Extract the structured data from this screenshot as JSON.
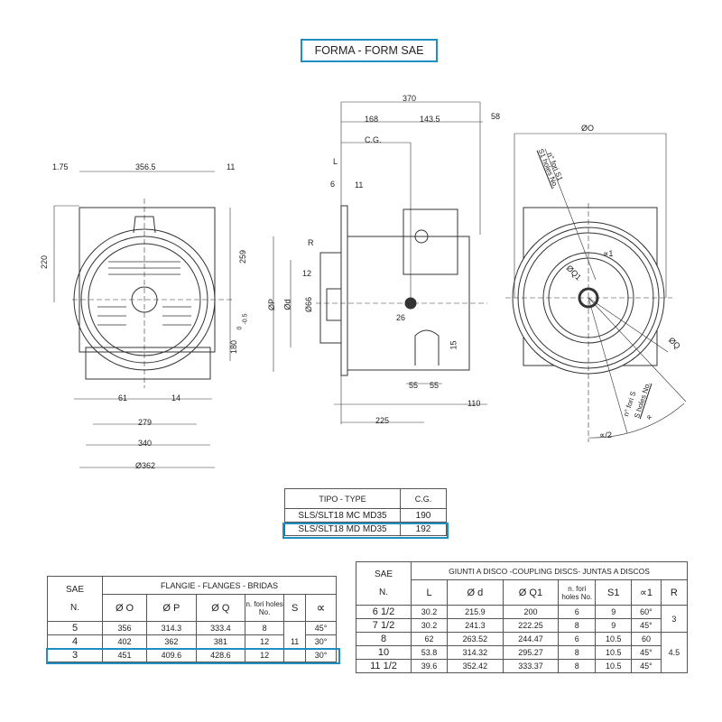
{
  "title": "FORMA - FORM SAE",
  "front_view": {
    "w_1_75": "1.75",
    "w_356_5": "356.5",
    "w_11": "11",
    "h_220": "220",
    "h_259": "259",
    "h_180": "180",
    "tol_hi": "0",
    "tol_lo": "-0.5",
    "d_61": "61",
    "d_14": "14",
    "d_279": "279",
    "d_340": "340",
    "d_362": "Ø362"
  },
  "side_view": {
    "d_370": "370",
    "d_168": "168",
    "d_143_5": "143.5",
    "d_58": "58",
    "cg": "C.G.",
    "L": "L",
    "d_6": "6",
    "d_11": "11",
    "R": "R",
    "d_12": "12",
    "d_66": "Ø66",
    "d_d": "Ød",
    "d_P": "ØP",
    "d_26": "26",
    "d_15": "15",
    "d_55a": "55",
    "d_55b": "55",
    "d_110": "110",
    "d_225": "225"
  },
  "rear_view": {
    "O": "ØO",
    "s1_it": "n° fori S1",
    "s1_en": "S1 holes No.",
    "alpha1": "∝1",
    "Q1": "ØQ1",
    "Q": "ØQ",
    "s_it": "n° fori S",
    "s_en": "S holes No.",
    "alpha": "∝",
    "alpha_half": "∝/2"
  },
  "type_table": {
    "headers": [
      "TIPO - TYPE",
      "C.G."
    ],
    "rows": [
      [
        "SLS/SLT18 MC MD35",
        "190"
      ],
      [
        "SLS/SLT18 MD MD35",
        "192"
      ]
    ],
    "highlighted_row": 1
  },
  "flanges_table": {
    "sae": "SAE",
    "n": "N.",
    "group": "FLANGIE  - FLANGES - BRIDAS",
    "cols": [
      "Ø O",
      "Ø P",
      "Ø Q",
      "n. fori holes No.",
      "S",
      "∝"
    ],
    "rows": [
      [
        "5",
        "356",
        "314.3",
        "333.4",
        "8",
        "45°"
      ],
      [
        "4",
        "402",
        "362",
        "381",
        "12",
        "30°"
      ],
      [
        "3",
        "451",
        "409.6",
        "428.6",
        "12",
        "30°"
      ]
    ],
    "S_value": "11",
    "highlighted_row": 2
  },
  "coupling_table": {
    "sae": "SAE",
    "n": "N.",
    "group": "GIUNTI A DISCO -COUPLING DISCS- JUNTAS A DISCOS",
    "cols": [
      "L",
      "Ø d",
      "Ø Q1",
      "n. fori holes No.",
      "S1",
      "∝1",
      "R"
    ],
    "rows": [
      [
        "6 1/2",
        "30.2",
        "215.9",
        "200",
        "6",
        "9",
        "60°"
      ],
      [
        "7 1/2",
        "30.2",
        "241.3",
        "222.25",
        "8",
        "9",
        "45°"
      ],
      [
        "8",
        "62",
        "263.52",
        "244.47",
        "6",
        "10.5",
        "60"
      ],
      [
        "10",
        "53.8",
        "314.32",
        "295.27",
        "8",
        "10.5",
        "45°"
      ],
      [
        "11 1/2",
        "39.6",
        "352.42",
        "333.37",
        "8",
        "10.5",
        "45°"
      ]
    ],
    "R_values": [
      "3",
      "4.5"
    ]
  },
  "colors": {
    "highlight": "#1e8fc0",
    "line": "#333333"
  }
}
